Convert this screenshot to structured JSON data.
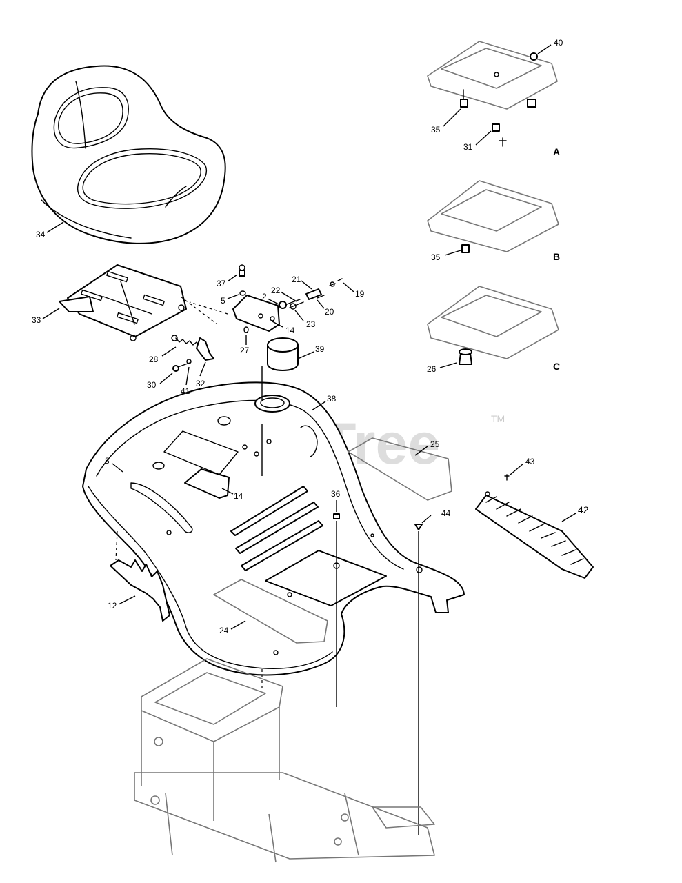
{
  "watermark": {
    "text": "PartsTree",
    "mark": "TM"
  },
  "variant_labels": [
    "A",
    "B",
    "C"
  ],
  "callouts": [
    "40",
    "35",
    "31",
    "35",
    "26",
    "34",
    "33",
    "37",
    "5",
    "21",
    "22",
    "2",
    "19",
    "20",
    "23",
    "14",
    "27",
    "39",
    "28",
    "32",
    "30",
    "41",
    "38",
    "25",
    "8",
    "14",
    "36",
    "44",
    "43",
    "42",
    "12",
    "24"
  ]
}
